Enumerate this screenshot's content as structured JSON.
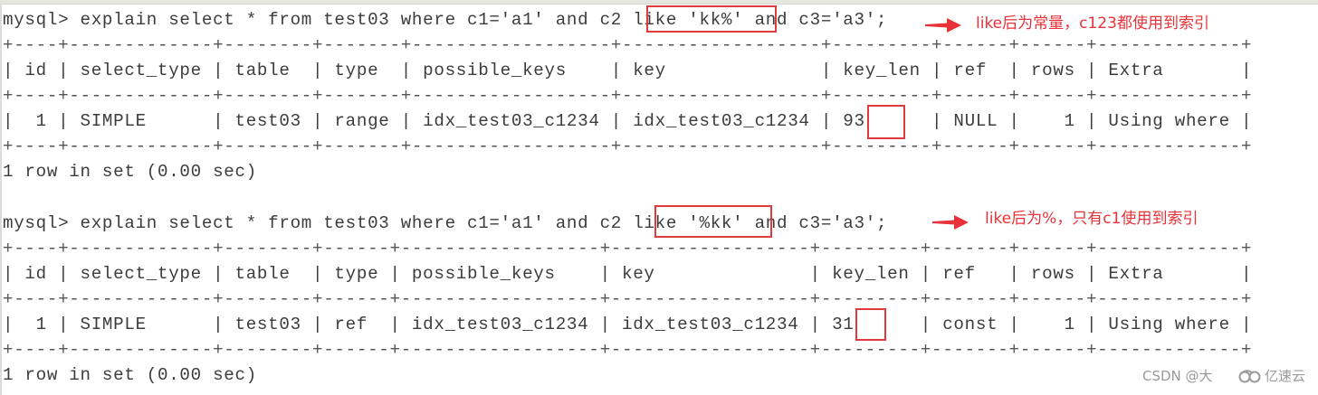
{
  "terminal": {
    "blocks": [
      {
        "prompt": "mysql> explain select * from test03 where c1='a1' and c2 like 'kk%' and c3='a3';",
        "highlighted_fragment": "like 'kk%'",
        "annotation": "like后为常量，c123都使用到索引",
        "border_line": "+----+-------------+--------+-------+------------------+------------------+---------+------+------+-------------+",
        "header_line": "| id | select_type | table  | type  | possible_keys    | key              | key_len | ref  | rows | Extra       |",
        "row_line": "|  1 | SIMPLE      | test03 | range | idx_test03_c1234 | idx_test03_c1234 | 93      | NULL |    1 | Using where |",
        "columns": [
          "id",
          "select_type",
          "table",
          "type",
          "possible_keys",
          "key",
          "key_len",
          "ref",
          "rows",
          "Extra"
        ],
        "rows": [
          [
            "1",
            "SIMPLE",
            "test03",
            "range",
            "idx_test03_c1234",
            "idx_test03_c1234",
            "93",
            "NULL",
            "1",
            "Using where"
          ]
        ],
        "highlighted_value": "93",
        "footer": "1 row in set (0.00 sec)"
      },
      {
        "prompt": "mysql> explain select * from test03 where c1='a1' and c2 like '%kk' and c3='a3';",
        "highlighted_fragment": "like '%kk'",
        "annotation": "like后为%，只有c1使用到索引",
        "border_line": "+----+-------------+--------+------+------------------+------------------+---------+-------+------+-------------+",
        "header_line": "| id | select_type | table  | type | possible_keys    | key              | key_len | ref   | rows | Extra       |",
        "row_line": "|  1 | SIMPLE      | test03 | ref  | idx_test03_c1234 | idx_test03_c1234 | 31      | const |    1 | Using where |",
        "columns": [
          "id",
          "select_type",
          "table",
          "type",
          "possible_keys",
          "key",
          "key_len",
          "ref",
          "rows",
          "Extra"
        ],
        "rows": [
          [
            "1",
            "SIMPLE",
            "test03",
            "ref",
            "idx_test03_c1234",
            "idx_test03_c1234",
            "31",
            "const",
            "1",
            "Using where"
          ]
        ],
        "highlighted_value": "31",
        "footer": "1 row in set (0.00 sec)"
      }
    ]
  },
  "colors": {
    "highlight": "#e03a3e",
    "annotation": "#e8323a",
    "text": "#3c3c3c",
    "watermark": "#9a9a9a"
  },
  "watermark": {
    "csdn": "CSDN @大",
    "brand": "亿速云",
    "brand_icon": "cloud-logo-icon"
  }
}
